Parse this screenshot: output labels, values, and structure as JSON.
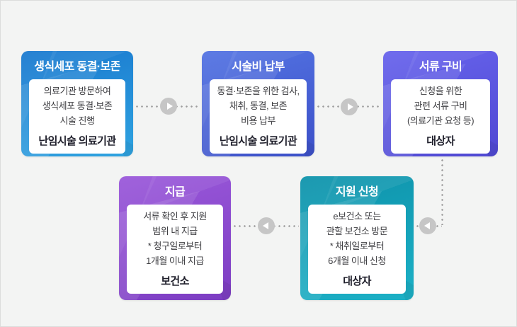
{
  "canvas": {
    "background": "#f3f4f3",
    "border_color": "#dcdcdc",
    "dot_color": "#9d9d9d",
    "arrow_circle_color": "#c6c6c6"
  },
  "steps": [
    {
      "title": "생식세포 동결·보존",
      "body": "의료기관 방문하여\n생식세포 동결·보존\n시술 진행",
      "actor": "난임시술 의료기관",
      "color_top": "#1a79cf",
      "color_bottom": "#2fa3e0"
    },
    {
      "title": "시술비 납부",
      "body": "동결·보존을 위한 검사,\n채취, 동결, 보존\n비용 납부",
      "actor": "난임시술 의료기관",
      "color_top": "#5373e2",
      "color_bottom": "#3c50c8"
    },
    {
      "title": "서류 구비",
      "body": "신청을 위한\n관련 서류 구비\n(의료기관 요청 등)",
      "actor": "대상자",
      "color_top": "#6763ec",
      "color_bottom": "#4f48d2"
    },
    {
      "title": "지원 신청",
      "body": "e보건소 또는\n관할 보건소 방문\n* 채취일로부터\n6개월 이내 신청",
      "actor": "대상자",
      "color_top": "#0e93ab",
      "color_bottom": "#1cb0c6"
    },
    {
      "title": "지급",
      "body": "서류 확인 후 지원\n범위 내 지급\n* 청구일로부터\n1개월 이내 지급",
      "actor": "보건소",
      "color_top": "#9a58da",
      "color_bottom": "#7c3dc2"
    }
  ],
  "arrows": [
    {
      "icon": "arrow-right-icon",
      "direction": "right"
    },
    {
      "icon": "arrow-right-icon",
      "direction": "right"
    },
    {
      "icon": "arrow-left-icon",
      "direction": "left"
    },
    {
      "icon": "arrow-left-icon",
      "direction": "left"
    }
  ]
}
